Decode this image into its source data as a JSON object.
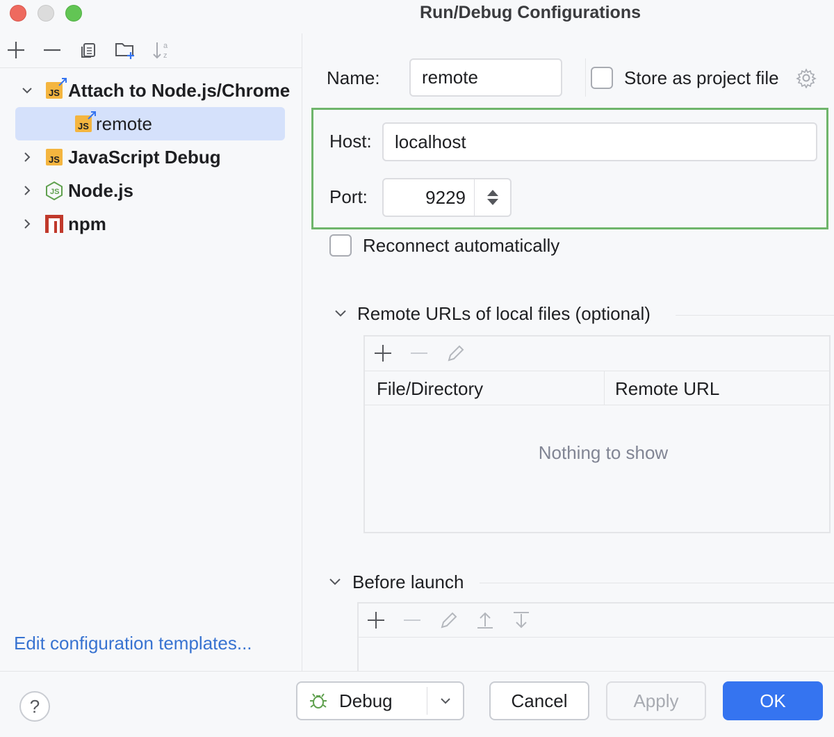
{
  "window": {
    "title": "Run/Debug Configurations"
  },
  "colors": {
    "accent": "#3574f0",
    "selection": "#d5e1fb",
    "highlight_border": "#6fb56b",
    "link": "#3873d1",
    "js_badge": "#f4b53f",
    "npm": "#c0392b",
    "node": "#5fa04e"
  },
  "left_toolbar": {
    "icons": [
      "plus-icon",
      "minus-icon",
      "copy-icon",
      "folder-add-icon",
      "sort-az-icon"
    ]
  },
  "tree": {
    "group_attach": "Attach to Node.js/Chrome",
    "child_remote": "remote",
    "group_js_debug": "JavaScript Debug",
    "group_node": "Node.js",
    "group_npm": "npm",
    "js_badge_text": "JS"
  },
  "edit_templates_link": "Edit configuration templates...",
  "form": {
    "name_label": "Name:",
    "name_value": "remote",
    "store_label": "Store as project file",
    "host_label": "Host:",
    "host_value": "localhost",
    "port_label": "Port:",
    "port_value": "9229",
    "reconnect_label": "Reconnect automatically"
  },
  "remote_urls": {
    "title": "Remote URLs of local files (optional)",
    "columns": [
      "File/Directory",
      "Remote URL"
    ],
    "empty_text": "Nothing to show"
  },
  "before_launch": {
    "title": "Before launch"
  },
  "footer": {
    "help": "?",
    "debug_label": "Debug",
    "cancel_label": "Cancel",
    "apply_label": "Apply",
    "ok_label": "OK"
  }
}
